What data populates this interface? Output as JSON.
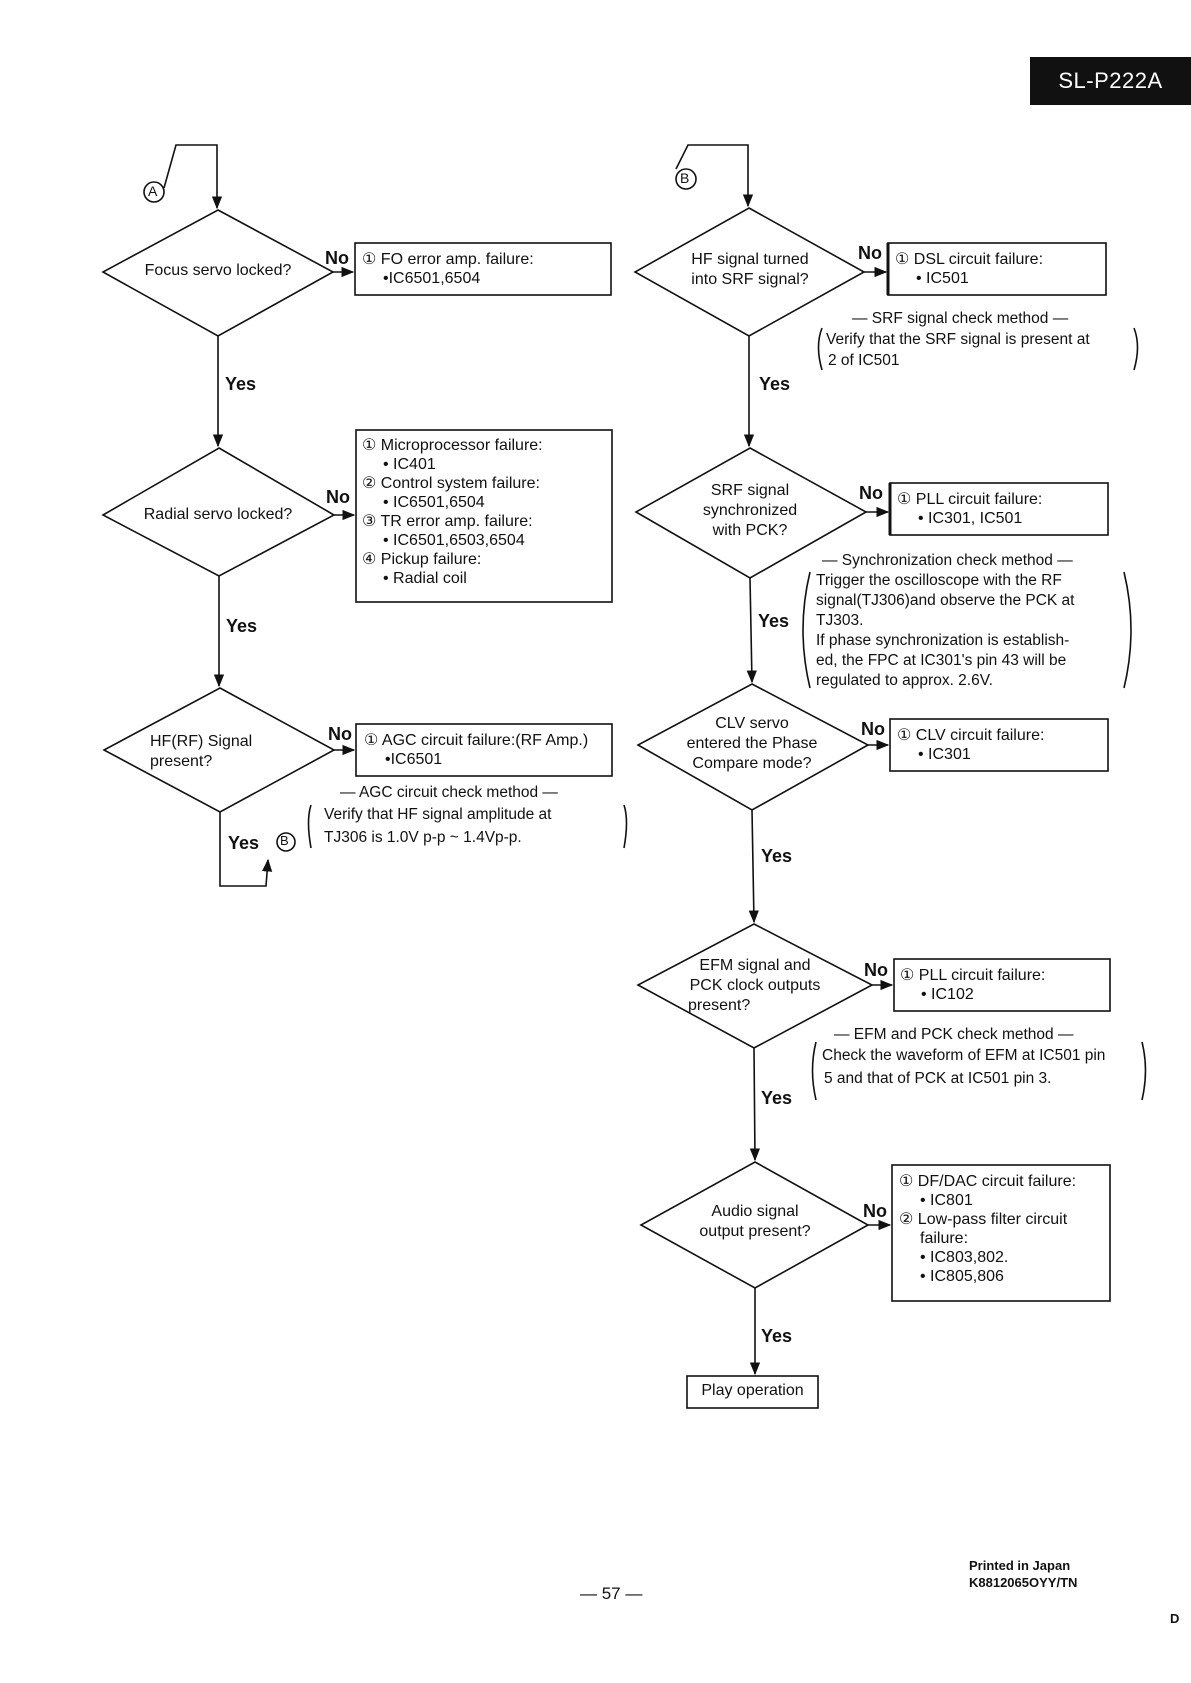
{
  "header": {
    "model": "SL-P222A"
  },
  "connectors": {
    "a": "A",
    "b": "B"
  },
  "labels": {
    "yes": "Yes",
    "no": "No"
  },
  "left": {
    "q1": "Focus servo locked?",
    "q1_fail": [
      "① FO error amp. failure:",
      "•IC6501,6504"
    ],
    "q2": "Radial servo locked?",
    "q2_fail": [
      "① Microprocessor failure:",
      "• IC401",
      "② Control system failure:",
      "• IC6501,6504",
      "③ TR error amp. failure:",
      "• IC6501,6503,6504",
      "④ Pickup failure:",
      "• Radial coil"
    ],
    "q3": [
      "HF(RF) Signal",
      "present?"
    ],
    "q3_fail": [
      "① AGC circuit failure:(RF Amp.)",
      "•IC6501"
    ],
    "q3_note": [
      "— AGC circuit check method —",
      "Verify that HF signal amplitude at",
      "TJ306 is 1.0V p-p ~ 1.4Vp-p."
    ]
  },
  "right": {
    "q1": [
      "HF signal turned",
      "into SRF signal?"
    ],
    "q1_fail": [
      "① DSL circuit failure:",
      "• IC501"
    ],
    "q1_note": [
      "— SRF signal check method —",
      "Verify that the SRF signal is present at",
      "2 of IC501"
    ],
    "q2": [
      "SRF signal",
      "synchronized",
      "with PCK?"
    ],
    "q2_fail": [
      "① PLL circuit failure:",
      "• IC301, IC501"
    ],
    "q2_note": [
      "— Synchronization check method —",
      "Trigger the oscilloscope with the RF",
      "signal(TJ306)and observe the PCK at",
      "TJ303.",
      "If phase synchronization is establish-",
      "ed, the FPC at IC301's pin 43 will be",
      "regulated to approx. 2.6V."
    ],
    "q3": [
      "CLV servo",
      "entered the Phase",
      "Compare mode?"
    ],
    "q3_fail": [
      "① CLV circuit failure:",
      "• IC301"
    ],
    "q4": [
      "EFM signal and",
      "PCK clock outputs",
      "present?"
    ],
    "q4_fail": [
      "① PLL circuit failure:",
      "• IC102"
    ],
    "q4_note": [
      "— EFM and PCK check method —",
      "Check the waveform of EFM at IC501 pin",
      "5 and that of PCK at IC501 pin 3."
    ],
    "q5": [
      "Audio signal",
      "output present?"
    ],
    "q5_fail": [
      "① DF/DAC circuit failure:",
      "• IC801",
      "② Low-pass filter circuit",
      "failure:",
      "• IC803,802.",
      "• IC805,806"
    ],
    "end": "Play operation"
  },
  "footer": {
    "page": "— 57 —",
    "printed": "Printed in Japan",
    "code": "K8812065OYY/TN",
    "corner": "D"
  }
}
